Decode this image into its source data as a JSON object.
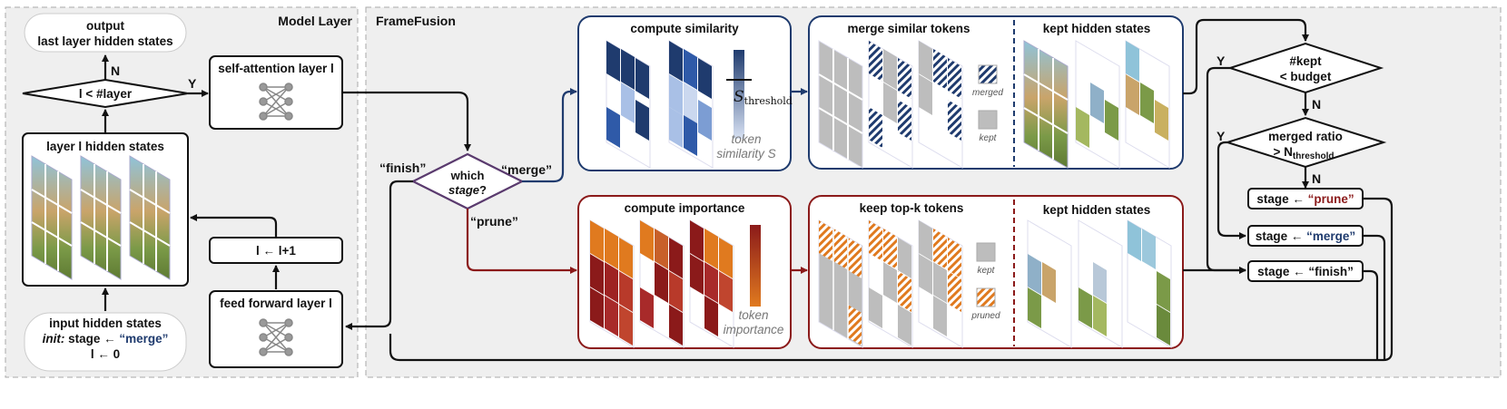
{
  "panels": {
    "model_layer": "Model Layer",
    "framefusion": "FrameFusion"
  },
  "model": {
    "output_line1": "output",
    "output_line2": "last layer hidden states",
    "N": "N",
    "Y": "Y",
    "layer_check": "l < #layer",
    "self_attention": "self-attention layer l",
    "hidden_states": "layer l hidden states",
    "increment": "l ← l+1",
    "feed_forward": "feed forward layer l",
    "input_line1": "input hidden states",
    "input_init": "init:",
    "input_stage": "stage ←",
    "input_merge": "“merge”",
    "input_line3": "l ← 0"
  },
  "framefusion": {
    "finish": "“finish”",
    "merge": "“merge”",
    "prune": "“prune”",
    "which": "which",
    "stage": "stage",
    "q": "?",
    "compute_similarity": "compute similarity",
    "s_threshold": "S",
    "s_threshold_sub": "threshold",
    "token_sim_1": "token",
    "token_sim_2": "similarity S",
    "merge_similar": "merge similar tokens",
    "merged_legend": "merged",
    "kept_legend": "kept",
    "kept_hidden_1": "kept hidden states",
    "compute_importance": "compute importance",
    "token_imp_1": "token",
    "token_imp_2": "importance",
    "keep_topk": "keep top-k tokens",
    "kept_legend_2": "kept",
    "pruned_legend": "pruned",
    "kept_hidden_2": "kept hidden states"
  },
  "decision": {
    "budget_1": "#kept",
    "budget_2": "< budget",
    "Y1": "Y",
    "N1": "N",
    "ratio_1": "merged ratio",
    "ratio_2": "> N",
    "ratio_sub": "threshold",
    "Y2": "Y",
    "N2": "N",
    "stage_prune_pre": "stage ←",
    "stage_prune": "“prune”",
    "stage_merge_pre": "stage ←",
    "stage_merge": "“merge”",
    "stage_finish": "stage ← “finish”"
  },
  "colors": {
    "merge_blue": "#1f3b6e",
    "prune_red": "#8b1a1a",
    "orange": "#e07a1f",
    "panel_bg": "#efefef"
  }
}
